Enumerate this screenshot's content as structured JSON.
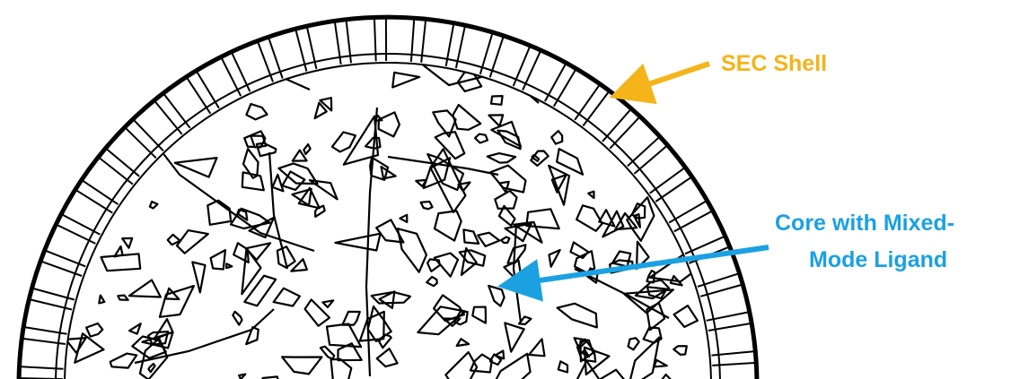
{
  "labels": {
    "shell": "SEC Shell",
    "core_line1": "Core with Mixed-",
    "core_line2": "Mode Ligand"
  },
  "colors": {
    "shell_label": "#F4B41A",
    "core_label": "#1BA1E2",
    "line": "#000000",
    "background": "#FFFFFF"
  }
}
